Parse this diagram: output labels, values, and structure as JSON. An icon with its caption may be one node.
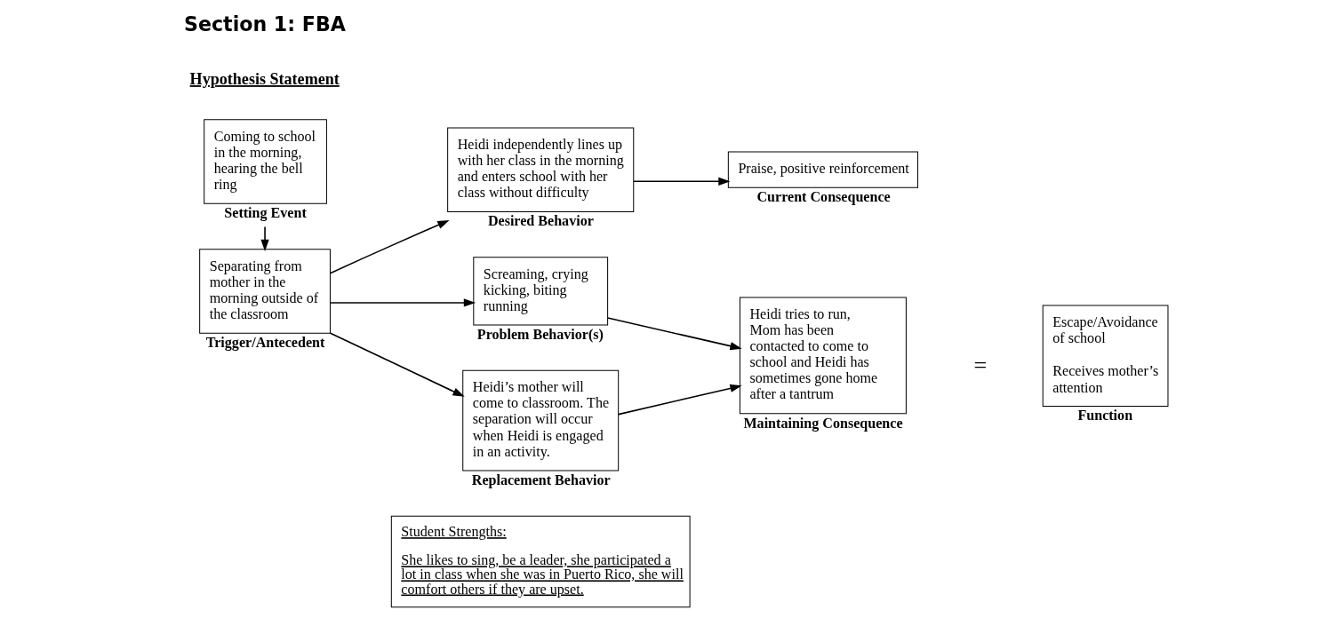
{
  "diagram": {
    "nodes": [
      {
        "text": [
          "Student Strengths:",
          "She likes to sing, be a leader, she participated a lot in class when she was in Puerto Rico, she will comfort others if they are upset."
        ]
      },
      {
        "text": [
          "Heidi independently lines up with her class in the morning and enters school with her class without difficulty"
        ],
        "beside": [
          "Desired Behavior"
        ]
      },
      {
        "text": [
          "Praise, positive reinforcement"
        ],
        "beside": [
          "Current Consequence"
        ]
      },
      {
        "text": [
          "Coming to school in the morning, hearing the bell ring"
        ],
        "beside": [
          "Setting Event"
        ]
      },
      {
        "text": [
          "Separating from mother in the morning outside of the classroom"
        ],
        "beside": [
          "Trigger/Antecedent"
        ]
      },
      {
        "text": [
          "Screaming, crying kicking, biting running"
        ],
        "beside": [
          "Problem Behavior(s)"
        ]
      },
      {
        "text": [
          "Heidi tries to run, Mom has been contacted to come to school and Heidi has sometimes gone home after a tantrum"
        ],
        "beside": [
          "Maintaining Consequence"
        ]
      },
      {
        "text": [
          "Escape/Avoidance of school",
          "Receives mother’s attention"
        ],
        "beside": [
          "Function"
        ]
      },
      {
        "text": [
          "Heidi’s mother will come to classroom. The separation will occur when Heidi is engaged in an activity."
        ],
        "beside": [
          "Replacement Behavior"
        ]
      }
    ],
    "edges": [
      {
        "from": 4,
        "to": 1,
        "arrow": "to"
      },
      {
        "from": 1,
        "to": 2,
        "arrow": "to"
      },
      {
        "from": 3,
        "to": 4,
        "arrow": "to"
      },
      {
        "from": 4,
        "to": 5,
        "arrow": "to"
      },
      {
        "from": 5,
        "to": 6,
        "arrow": "to"
      },
      {
        "from": 4,
        "to": 8,
        "arrow": "to"
      },
      {
        "from": 8,
        "to": 6,
        "arrow": "to"
      }
    ],
    "labels": [
      "Section 1: FBA",
      "Hypothesis Statement",
      "="
    ]
  }
}
